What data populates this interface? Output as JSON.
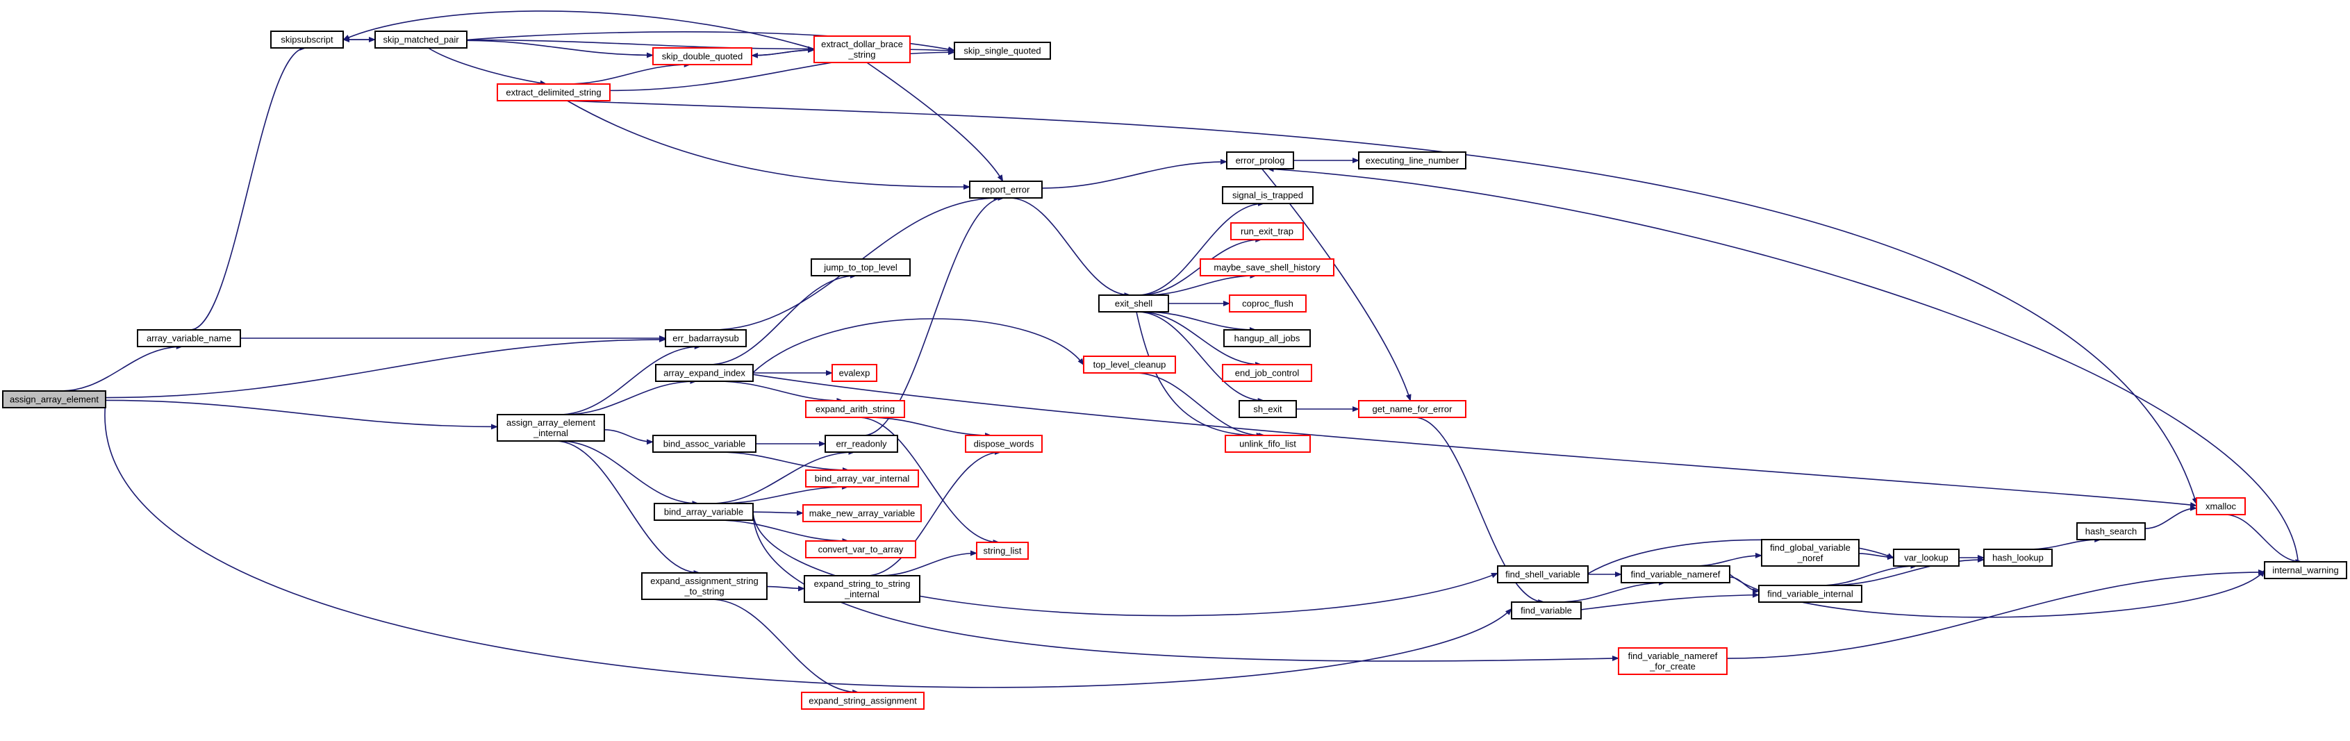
{
  "graph": {
    "edge_color": "#191970",
    "root_fill": "#bfbfbf",
    "node_border_black": "#000000",
    "node_border_red": "#ff0000",
    "nodes": [
      {
        "id": "assign_array_element",
        "lines": [
          "assign_array_element"
        ],
        "border": "root"
      },
      {
        "id": "array_variable_name",
        "lines": [
          "array_variable_name"
        ],
        "border": "black"
      },
      {
        "id": "skipsubscript",
        "lines": [
          "skipsubscript"
        ],
        "border": "black"
      },
      {
        "id": "skip_matched_pair",
        "lines": [
          "skip_matched_pair"
        ],
        "border": "black"
      },
      {
        "id": "skip_double_quoted",
        "lines": [
          "skip_double_quoted"
        ],
        "border": "red"
      },
      {
        "id": "extract_dollar_brace_string",
        "lines": [
          "extract_dollar_brace",
          "_string"
        ],
        "border": "red"
      },
      {
        "id": "skip_single_quoted",
        "lines": [
          "skip_single_quoted"
        ],
        "border": "black"
      },
      {
        "id": "extract_delimited_string",
        "lines": [
          "extract_delimited_string"
        ],
        "border": "red"
      },
      {
        "id": "report_error",
        "lines": [
          "report_error"
        ],
        "border": "black"
      },
      {
        "id": "error_prolog",
        "lines": [
          "error_prolog"
        ],
        "border": "black"
      },
      {
        "id": "executing_line_number",
        "lines": [
          "executing_line_number"
        ],
        "border": "black"
      },
      {
        "id": "err_badarraysub",
        "lines": [
          "err_badarraysub"
        ],
        "border": "black"
      },
      {
        "id": "assign_array_element_internal",
        "lines": [
          "assign_array_element",
          "_internal"
        ],
        "border": "black"
      },
      {
        "id": "array_expand_index",
        "lines": [
          "array_expand_index"
        ],
        "border": "black"
      },
      {
        "id": "jump_to_top_level",
        "lines": [
          "jump_to_top_level"
        ],
        "border": "black"
      },
      {
        "id": "evalexp",
        "lines": [
          "evalexp"
        ],
        "border": "red"
      },
      {
        "id": "expand_arith_string",
        "lines": [
          "expand_arith_string"
        ],
        "border": "red"
      },
      {
        "id": "top_level_cleanup",
        "lines": [
          "top_level_cleanup"
        ],
        "border": "red"
      },
      {
        "id": "exit_shell",
        "lines": [
          "exit_shell"
        ],
        "border": "black"
      },
      {
        "id": "signal_is_trapped",
        "lines": [
          "signal_is_trapped"
        ],
        "border": "black"
      },
      {
        "id": "run_exit_trap",
        "lines": [
          "run_exit_trap"
        ],
        "border": "red"
      },
      {
        "id": "maybe_save_shell_history",
        "lines": [
          "maybe_save_shell_history"
        ],
        "border": "red"
      },
      {
        "id": "coproc_flush",
        "lines": [
          "coproc_flush"
        ],
        "border": "red"
      },
      {
        "id": "hangup_all_jobs",
        "lines": [
          "hangup_all_jobs"
        ],
        "border": "black"
      },
      {
        "id": "end_job_control",
        "lines": [
          "end_job_control"
        ],
        "border": "red"
      },
      {
        "id": "sh_exit",
        "lines": [
          "sh_exit"
        ],
        "border": "black"
      },
      {
        "id": "get_name_for_error",
        "lines": [
          "get_name_for_error"
        ],
        "border": "red"
      },
      {
        "id": "unlink_fifo_list",
        "lines": [
          "unlink_fifo_list"
        ],
        "border": "red"
      },
      {
        "id": "bind_assoc_variable",
        "lines": [
          "bind_assoc_variable"
        ],
        "border": "black"
      },
      {
        "id": "err_readonly",
        "lines": [
          "err_readonly"
        ],
        "border": "black"
      },
      {
        "id": "dispose_words",
        "lines": [
          "dispose_words"
        ],
        "border": "red"
      },
      {
        "id": "bind_array_var_internal",
        "lines": [
          "bind_array_var_internal"
        ],
        "border": "red"
      },
      {
        "id": "bind_array_variable",
        "lines": [
          "bind_array_variable"
        ],
        "border": "black"
      },
      {
        "id": "make_new_array_variable",
        "lines": [
          "make_new_array_variable"
        ],
        "border": "red"
      },
      {
        "id": "convert_var_to_array",
        "lines": [
          "convert_var_to_array"
        ],
        "border": "red"
      },
      {
        "id": "string_list",
        "lines": [
          "string_list"
        ],
        "border": "red"
      },
      {
        "id": "expand_assignment_string_to_string",
        "lines": [
          "expand_assignment_string",
          "_to_string"
        ],
        "border": "black"
      },
      {
        "id": "expand_string_to_string_internal",
        "lines": [
          "expand_string_to_string",
          "_internal"
        ],
        "border": "black"
      },
      {
        "id": "expand_string_assignment",
        "lines": [
          "expand_string_assignment"
        ],
        "border": "red"
      },
      {
        "id": "find_shell_variable",
        "lines": [
          "find_shell_variable"
        ],
        "border": "black"
      },
      {
        "id": "find_variable",
        "lines": [
          "find_variable"
        ],
        "border": "black"
      },
      {
        "id": "find_variable_nameref",
        "lines": [
          "find_variable_nameref"
        ],
        "border": "black"
      },
      {
        "id": "find_global_variable_noref",
        "lines": [
          "find_global_variable",
          "_noref"
        ],
        "border": "black"
      },
      {
        "id": "find_variable_internal",
        "lines": [
          "find_variable_internal"
        ],
        "border": "black"
      },
      {
        "id": "var_lookup",
        "lines": [
          "var_lookup"
        ],
        "border": "black"
      },
      {
        "id": "hash_lookup",
        "lines": [
          "hash_lookup"
        ],
        "border": "black"
      },
      {
        "id": "hash_search",
        "lines": [
          "hash_search"
        ],
        "border": "black"
      },
      {
        "id": "xmalloc",
        "lines": [
          "xmalloc"
        ],
        "border": "red"
      },
      {
        "id": "internal_warning",
        "lines": [
          "internal_warning"
        ],
        "border": "black"
      },
      {
        "id": "find_variable_nameref_for_create",
        "lines": [
          "find_variable_nameref",
          "_for_create"
        ],
        "border": "red"
      }
    ],
    "edges": [
      [
        "assign_array_element",
        "array_variable_name"
      ],
      [
        "assign_array_element",
        "err_badarraysub"
      ],
      [
        "assign_array_element",
        "assign_array_element_internal"
      ],
      [
        "assign_array_element",
        "find_variable"
      ],
      [
        "array_variable_name",
        "skipsubscript"
      ],
      [
        "array_variable_name",
        "err_badarraysub"
      ],
      [
        "skipsubscript",
        "skip_matched_pair"
      ],
      [
        "skip_matched_pair",
        "skipsubscript"
      ],
      [
        "skip_matched_pair",
        "skip_double_quoted"
      ],
      [
        "skip_matched_pair",
        "extract_dollar_brace_string"
      ],
      [
        "skip_matched_pair",
        "skip_single_quoted"
      ],
      [
        "skip_matched_pair",
        "extract_delimited_string"
      ],
      [
        "skip_double_quoted",
        "extract_dollar_brace_string"
      ],
      [
        "extract_dollar_brace_string",
        "skip_double_quoted"
      ],
      [
        "extract_dollar_brace_string",
        "skip_single_quoted"
      ],
      [
        "extract_dollar_brace_string",
        "skipsubscript"
      ],
      [
        "extract_dollar_brace_string",
        "report_error"
      ],
      [
        "extract_delimited_string",
        "skip_double_quoted"
      ],
      [
        "extract_delimited_string",
        "skip_single_quoted"
      ],
      [
        "extract_delimited_string",
        "report_error"
      ],
      [
        "extract_delimited_string",
        "xmalloc"
      ],
      [
        "report_error",
        "error_prolog"
      ],
      [
        "report_error",
        "exit_shell"
      ],
      [
        "error_prolog",
        "executing_line_number"
      ],
      [
        "error_prolog",
        "get_name_for_error"
      ],
      [
        "err_badarraysub",
        "report_error"
      ],
      [
        "assign_array_element_internal",
        "err_badarraysub"
      ],
      [
        "assign_array_element_internal",
        "array_expand_index"
      ],
      [
        "assign_array_element_internal",
        "bind_assoc_variable"
      ],
      [
        "assign_array_element_internal",
        "bind_array_variable"
      ],
      [
        "assign_array_element_internal",
        "expand_assignment_string_to_string"
      ],
      [
        "array_expand_index",
        "jump_to_top_level"
      ],
      [
        "array_expand_index",
        "top_level_cleanup"
      ],
      [
        "array_expand_index",
        "evalexp"
      ],
      [
        "array_expand_index",
        "expand_arith_string"
      ],
      [
        "array_expand_index",
        "xmalloc"
      ],
      [
        "expand_arith_string",
        "dispose_words"
      ],
      [
        "expand_arith_string",
        "string_list"
      ],
      [
        "top_level_cleanup",
        "unlink_fifo_list"
      ],
      [
        "exit_shell",
        "signal_is_trapped"
      ],
      [
        "exit_shell",
        "run_exit_trap"
      ],
      [
        "exit_shell",
        "maybe_save_shell_history"
      ],
      [
        "exit_shell",
        "coproc_flush"
      ],
      [
        "exit_shell",
        "hangup_all_jobs"
      ],
      [
        "exit_shell",
        "end_job_control"
      ],
      [
        "exit_shell",
        "sh_exit"
      ],
      [
        "exit_shell",
        "unlink_fifo_list"
      ],
      [
        "sh_exit",
        "get_name_for_error"
      ],
      [
        "get_name_for_error",
        "find_variable"
      ],
      [
        "bind_assoc_variable",
        "err_readonly"
      ],
      [
        "bind_assoc_variable",
        "bind_array_var_internal"
      ],
      [
        "err_readonly",
        "report_error"
      ],
      [
        "bind_array_variable",
        "err_readonly"
      ],
      [
        "bind_array_variable",
        "bind_array_var_internal"
      ],
      [
        "bind_array_variable",
        "make_new_array_variable"
      ],
      [
        "bind_array_variable",
        "convert_var_to_array"
      ],
      [
        "bind_array_variable",
        "find_shell_variable"
      ],
      [
        "bind_array_variable",
        "find_variable_nameref_for_create"
      ],
      [
        "expand_assignment_string_to_string",
        "expand_string_to_string_internal"
      ],
      [
        "expand_assignment_string_to_string",
        "expand_string_assignment"
      ],
      [
        "expand_string_to_string_internal",
        "dispose_words"
      ],
      [
        "expand_string_to_string_internal",
        "string_list"
      ],
      [
        "find_shell_variable",
        "find_variable_nameref"
      ],
      [
        "find_shell_variable",
        "var_lookup"
      ],
      [
        "find_variable",
        "find_variable_nameref"
      ],
      [
        "find_variable",
        "find_variable_internal"
      ],
      [
        "find_variable_nameref",
        "find_global_variable_noref"
      ],
      [
        "find_variable_nameref",
        "find_variable_internal"
      ],
      [
        "find_variable_nameref",
        "internal_warning"
      ],
      [
        "find_global_variable_noref",
        "var_lookup"
      ],
      [
        "find_variable_internal",
        "var_lookup"
      ],
      [
        "find_variable_internal",
        "hash_lookup"
      ],
      [
        "var_lookup",
        "hash_lookup"
      ],
      [
        "hash_lookup",
        "hash_search"
      ],
      [
        "hash_search",
        "xmalloc"
      ],
      [
        "xmalloc",
        "internal_warning"
      ],
      [
        "internal_warning",
        "error_prolog"
      ],
      [
        "find_variable_nameref_for_create",
        "internal_warning"
      ]
    ]
  }
}
